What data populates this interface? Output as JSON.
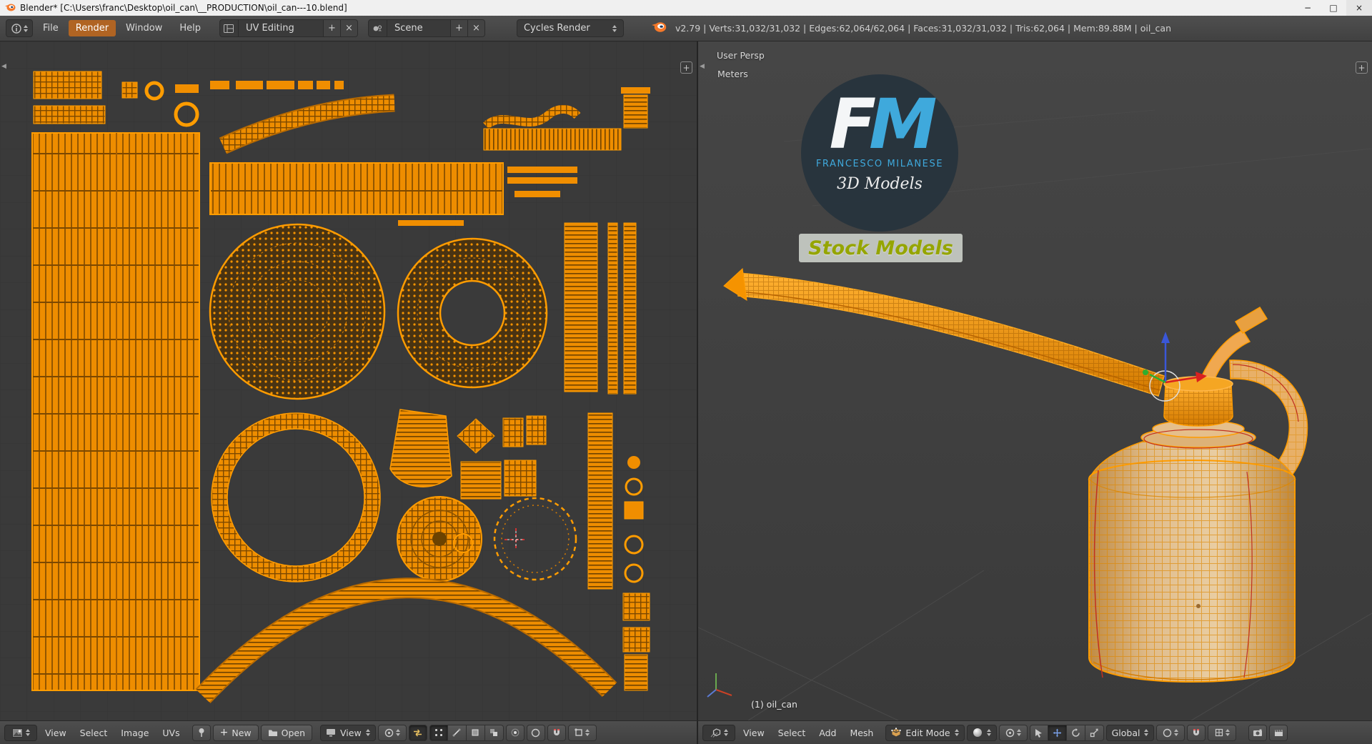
{
  "window": {
    "title": "Blender* [C:\\Users\\franc\\Desktop\\oil_can\\__PRODUCTION\\oil_can---10.blend]",
    "minimize": "−",
    "maximize": "□",
    "close": "×"
  },
  "ui": {
    "plus": "+",
    "x": "×",
    "corner_plus": "+",
    "collapse_arrow": "◀"
  },
  "topbar": {
    "menu_file": "File",
    "menu_render": "Render",
    "menu_window": "Window",
    "menu_help": "Help",
    "layout_value": "UV Editing",
    "scene_value": "Scene",
    "engine_value": "Cycles Render",
    "stats": "v2.79 | Verts:31,032/31,032 | Edges:62,064/62,064 | Faces:31,032/31,032 | Tris:62,064 | Mem:89.88M | oil_can"
  },
  "uv_editor": {
    "menu_view": "View",
    "menu_select": "Select",
    "menu_image": "Image",
    "menu_uvs": "UVs",
    "new_button": "New",
    "open_button": "Open",
    "mode_value": "View"
  },
  "viewport3d": {
    "view_name": "User Persp",
    "unit_system": "Meters",
    "object_info": "(1) oil_can",
    "menu_view": "View",
    "menu_select": "Select",
    "menu_add": "Add",
    "menu_mesh": "Mesh",
    "mode_value": "Edit Mode",
    "orientation_value": "Global",
    "logo": {
      "letter_f": "F",
      "letter_m": "M",
      "name": "FRANCESCO MILANESE",
      "tagline": "3D Models",
      "banner": "Stock Models"
    }
  },
  "colors": {
    "uv_orange": "#ff9c00",
    "logo_blue": "#3fa9dc",
    "banner_text": "#95a500",
    "active_menu": "#b06423",
    "seam_red": "#c03020"
  }
}
